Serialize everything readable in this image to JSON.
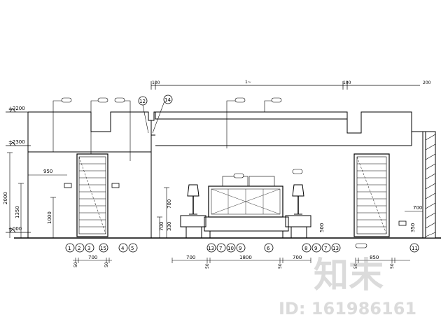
{
  "levels": {
    "top": "±3200",
    "mid": "±2300",
    "floor": "±000"
  },
  "dims_vertical": {
    "left_height": "2000",
    "left_1350": "1350",
    "left_1000": "1000",
    "lamp_700": "700",
    "base_330": "330",
    "small_700": "700",
    "right_350": "350",
    "side_500": "500"
  },
  "dims_horizontal": {
    "left_950": "950",
    "left_60": "50",
    "left_700": "700",
    "left_60b": "50",
    "bottom_700a": "700",
    "bottom_50a": "50",
    "bottom_1800": "1800",
    "bottom_50b": "50",
    "bottom_700b": "700",
    "right_50": "50",
    "right_850": "850",
    "right_50b": "50",
    "right_700": "700",
    "top_100a": "100",
    "top_100b": "100",
    "top_200": "200",
    "top_mid": "1~"
  },
  "callouts": [
    "1",
    "2",
    "3",
    "15",
    "4",
    "5",
    "12",
    "14",
    "13",
    "7",
    "10",
    "9",
    "6",
    "8",
    "9",
    "7",
    "13",
    "11"
  ],
  "watermark": {
    "brand": "知末",
    "id": "ID: 161986161"
  }
}
